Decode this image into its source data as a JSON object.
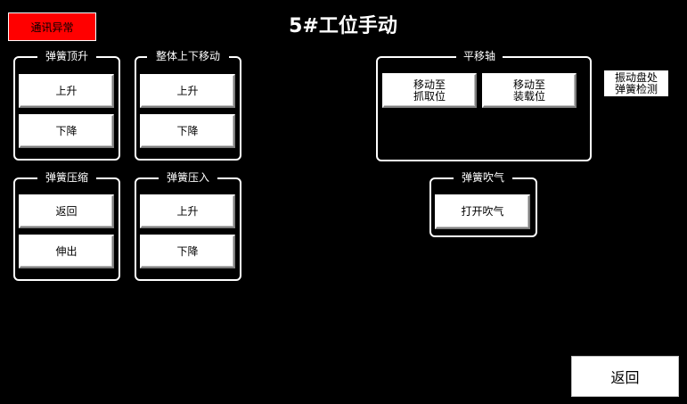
{
  "header": {
    "alarm": "通讯异常",
    "title": "5#工位手动"
  },
  "groups": {
    "spring_lift": {
      "label": "弹簧顶升",
      "up": "上升",
      "down": "下降"
    },
    "whole_move": {
      "label": "整体上下移动",
      "up": "上升",
      "down": "下降"
    },
    "spring_compress": {
      "label": "弹簧压缩",
      "retract": "返回",
      "extend": "伸出"
    },
    "spring_press": {
      "label": "弹簧压入",
      "up": "上升",
      "down": "下降"
    },
    "translate_axis": {
      "label": "平移轴",
      "to_pick": "移动至\n抓取位",
      "to_load": "移动至\n装载位"
    },
    "spring_blow": {
      "label": "弹簧吹气",
      "open": "打开吹气"
    }
  },
  "side_label": "振动盘处\n弹簧检测",
  "footer": {
    "back": "返回"
  },
  "colors": {
    "background": "#000000",
    "alarm": "#ff0000",
    "button": "#ffffff"
  }
}
